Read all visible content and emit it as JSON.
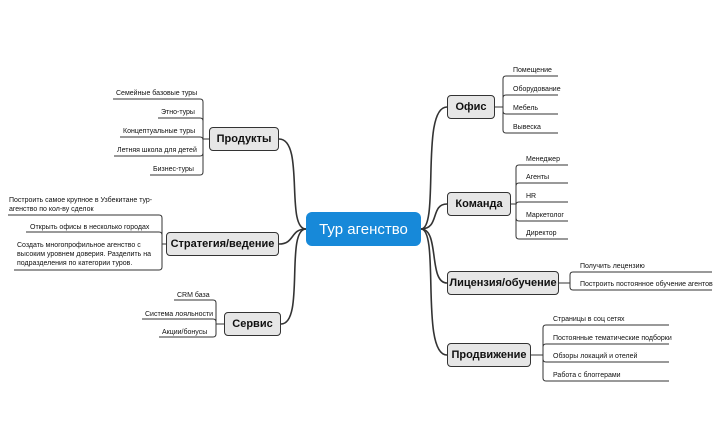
{
  "central": {
    "label": "Тур агенство"
  },
  "branches": [
    {
      "id": "office",
      "label": "Офис",
      "items": [
        "Помещение",
        "Оборудование",
        "Мебель",
        "Вывеска"
      ]
    },
    {
      "id": "team",
      "label": "Команда",
      "items": [
        "Менеджер",
        "Агенты",
        "HR",
        "Маркетолог",
        "Директор"
      ]
    },
    {
      "id": "license",
      "label": "Лицензия/обучение",
      "items": [
        "Получить лецензию",
        "Построить постоянное обучение агентов"
      ]
    },
    {
      "id": "promo",
      "label": "Продвижение",
      "items": [
        "Страницы в соц сетях",
        "Постоянные тематические подборки",
        "Обзоры локаций и отелей",
        "Работа с блоггерами"
      ]
    },
    {
      "id": "products",
      "label": "Продукты",
      "items": [
        "Семейные базовые туры",
        "Этно-туры",
        "Концептуальные туры",
        "Летняя школа для детей",
        "Бизнес-туры"
      ]
    },
    {
      "id": "strategy",
      "label": "Стратегия/ведение",
      "items": [
        "Построить самое крупное в Узбекитане тур-агенство по кол-ву сделок",
        "Открыть офисы в несколько городах",
        "Создать многопрофильное агенство с высоким уровнем доверия. Разделить на подразделения по категории туров."
      ]
    },
    {
      "id": "service",
      "label": "Сервис",
      "items": [
        "CRM база",
        "Система лояльности",
        "Акции/бонусы"
      ]
    }
  ]
}
